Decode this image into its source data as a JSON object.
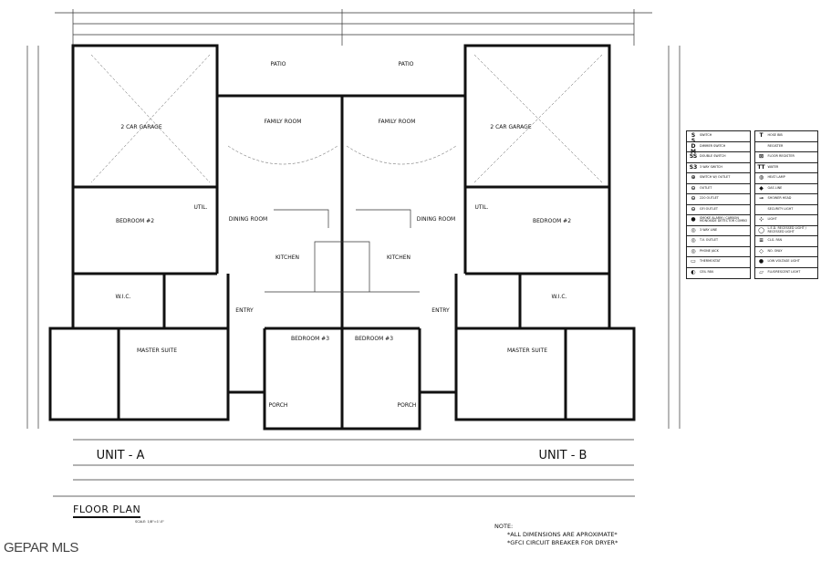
{
  "plan": {
    "rooms": {
      "patio_a": "PATIO",
      "patio_b": "PATIO",
      "family_a": "FAMILY ROOM",
      "family_b": "FAMILY ROOM",
      "garage_a": "2 CAR GARAGE",
      "garage_b": "2 CAR GARAGE",
      "bed2_a": "BEDROOM #2",
      "bed2_b": "BEDROOM #2",
      "dining_a": "DINING ROOM",
      "dining_b": "DINING ROOM",
      "kitchen_a": "KITCHEN",
      "kitchen_b": "KITCHEN",
      "util_a": "UTIL.",
      "util_b": "UTIL.",
      "wic_a": "W.I.C.",
      "wic_b": "W.I.C.",
      "entry_a": "ENTRY",
      "entry_b": "ENTRY",
      "bed3_a": "BEDROOM #3",
      "bed3_b": "BEDROOM #3",
      "master_a": "MASTER SUITE",
      "master_b": "MASTER SUITE",
      "porch_a": "PORCH",
      "porch_b": "PORCH"
    },
    "unit_a": "UNIT - A",
    "unit_b": "UNIT - B",
    "title": "FLOOR PLAN",
    "scale": "SCALE: 1/8\"=1'-0\""
  },
  "legend": {
    "left": [
      {
        "sym": "S",
        "label": "SWITCH"
      },
      {
        "sym": "S DM",
        "label": "DIMMER SWITCH"
      },
      {
        "sym": "SS",
        "label": "DOUBLE SWITCH"
      },
      {
        "sym": "S3",
        "label": "3 WAY SWITCH"
      },
      {
        "sym": "⊕",
        "label": "SWITCH W/ OUTLET"
      },
      {
        "sym": "⊖",
        "label": "OUTLET"
      },
      {
        "sym": "⊖",
        "label": "220 OUTLET"
      },
      {
        "sym": "⊖",
        "label": "GFI OUTLET"
      },
      {
        "sym": "●",
        "label": "SMOKE ALARM / CARBON MONOXIDE DETECTOR COMBO"
      },
      {
        "sym": "◎",
        "label": "3 WAY LINE"
      },
      {
        "sym": "◎",
        "label": "T.V. OUTLET"
      },
      {
        "sym": "◎",
        "label": "PHONE JACK"
      },
      {
        "sym": "▭",
        "label": "THERMOSTAT"
      },
      {
        "sym": "◐",
        "label": "CEIL FAN"
      }
    ],
    "right": [
      {
        "sym": "T",
        "label": "HOSE BIB"
      },
      {
        "sym": "",
        "label": "REGISTER"
      },
      {
        "sym": "⊠",
        "label": "FLOOR REGISTER"
      },
      {
        "sym": "TT",
        "label": "WATER"
      },
      {
        "sym": "◍",
        "label": "HEAT LAMP"
      },
      {
        "sym": "◆",
        "label": "GAS LINE"
      },
      {
        "sym": "⊸",
        "label": "SHOWER HEAD"
      },
      {
        "sym": "",
        "label": "SECURITY LIGHT"
      },
      {
        "sym": "⊹",
        "label": "LIGHT"
      },
      {
        "sym": "◯",
        "label": "L.E.D. RECESSED LIGHT / RECESSED LIGHT"
      },
      {
        "sym": "≡",
        "label": "CLG. FAN"
      },
      {
        "sym": "◇",
        "label": "NO. ONLY"
      },
      {
        "sym": "●",
        "label": "LOW VOLTAGE LIGHT"
      },
      {
        "sym": "▱",
        "label": "FLUORESCENT LIGHT"
      }
    ]
  },
  "notes": {
    "heading": "NOTE:",
    "lines": [
      "*ALL DIMENSIONS ARE APROXIMATE*",
      "*GFCI CIRCUIT BREAKER FOR DRYER*"
    ]
  },
  "watermark": "GEPAR MLS"
}
